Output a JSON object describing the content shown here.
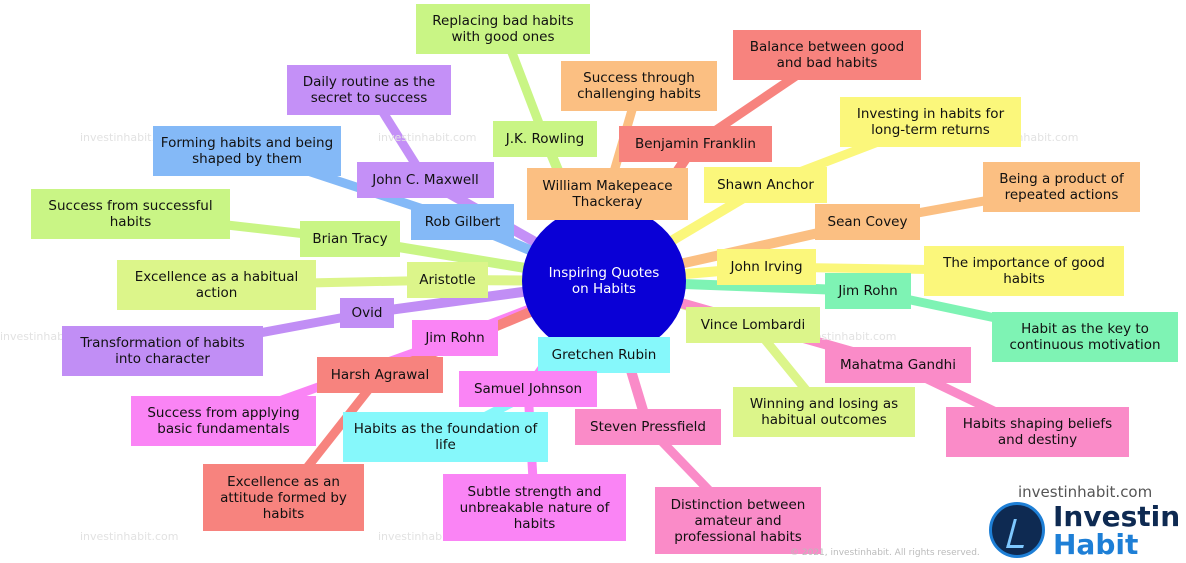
{
  "center": "Inspiring Quotes on Habits",
  "watermark": "investinhabit.com",
  "site_label": "investinhabit.com",
  "copyright": "© 2021, investinhabit. All rights reserved.",
  "logo": {
    "line1": "Investin",
    "line2": "Habit"
  },
  "branches": [
    {
      "author": "J.K. Rowling",
      "quote": "Replacing bad habits with good ones",
      "color": "#c9f585"
    },
    {
      "author": "John C. Maxwell",
      "quote": "Daily routine as the secret to success",
      "color": "#c490f7"
    },
    {
      "author": "Rob Gilbert",
      "quote": "Forming habits and being shaped by them",
      "color": "#84b9f7"
    },
    {
      "author": "Brian Tracy",
      "quote": "Success from successful habits",
      "color": "#c9f585"
    },
    {
      "author": "Aristotle",
      "quote": "Excellence as a habitual action",
      "color": "#dcf58a"
    },
    {
      "author": "Ovid",
      "quote": "Transformation of habits into character",
      "color": "#c18ef5"
    },
    {
      "author": "Jim Rohn",
      "quote": "Success from applying basic fundamentals",
      "color": "#fa84f5"
    },
    {
      "author": "Harsh Agrawal",
      "quote": "Excellence as an attitude formed by habits",
      "color": "#f7837e"
    },
    {
      "author": "Gretchen Rubin",
      "quote": "Habits as the foundation of life",
      "color": "#86f8fb"
    },
    {
      "author": "Samuel Johnson",
      "quote": "Subtle strength and unbreakable nature of habits",
      "color": "#fa84f5"
    },
    {
      "author": "Steven Pressfield",
      "quote": "Distinction between amateur and professional habits",
      "color": "#fa8bc8"
    },
    {
      "author": "Vince Lombardi",
      "quote": "Winning and losing as habitual outcomes",
      "color": "#dcf58a"
    },
    {
      "author": "Mahatma Gandhi",
      "quote": "Habits shaping beliefs and destiny",
      "color": "#fa8bc8"
    },
    {
      "author": "Jim Rohn",
      "quote": "Habit as the key to continuous motivation",
      "color": "#7ef3b4"
    },
    {
      "author": "John Irving",
      "quote": "The importance of good habits",
      "color": "#fbf77b"
    },
    {
      "author": "Sean Covey",
      "quote": "Being a product of repeated actions",
      "color": "#fbbf82"
    },
    {
      "author": "Shawn Anchor",
      "quote": "Investing in habits for long-term returns",
      "color": "#fbf77b"
    },
    {
      "author": "Benjamin Franklin",
      "quote": "Balance between good and bad habits",
      "color": "#f7837e"
    },
    {
      "author": "William Makepeace Thackeray",
      "quote": "Success through challenging habits",
      "color": "#fbbf82"
    }
  ]
}
